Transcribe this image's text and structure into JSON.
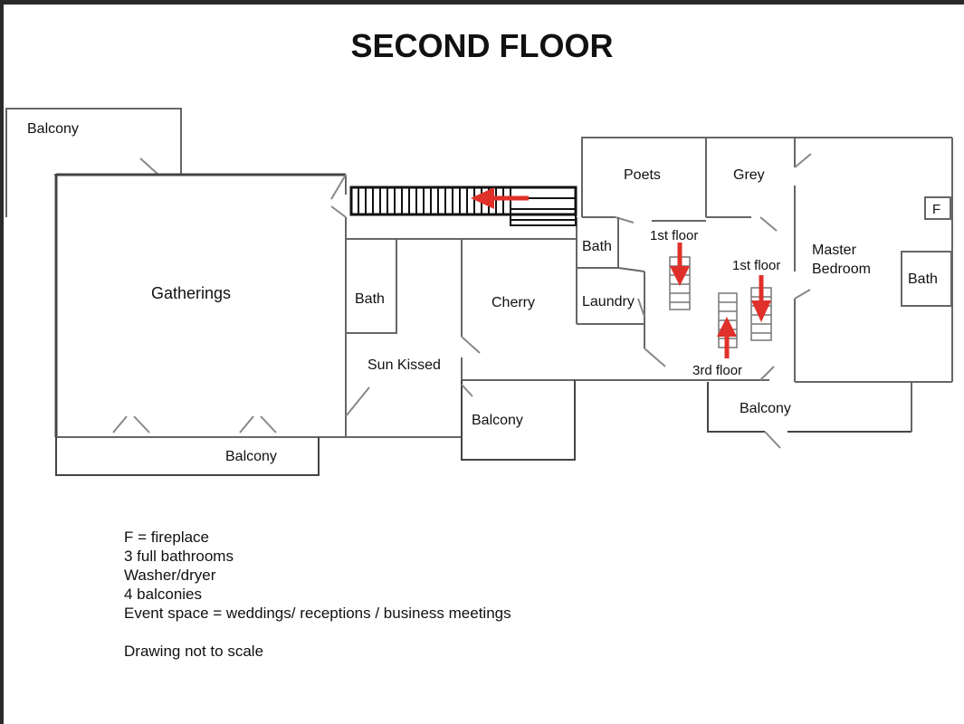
{
  "title": "SECOND FLOOR",
  "rooms": {
    "balcony_top_left": "Balcony",
    "gatherings": "Gatherings",
    "balcony_bottom_left": "Balcony",
    "bath_center": "Bath",
    "sun_kissed": "Sun Kissed",
    "cherry": "Cherry",
    "balcony_center": "Balcony",
    "poets": "Poets",
    "grey": "Grey",
    "bath_small": "Bath",
    "laundry": "Laundry",
    "master_line1": "Master",
    "master_line2": "Bedroom",
    "bath_master": "Bath",
    "fireplace": "F",
    "balcony_right": "Balcony"
  },
  "stairs": {
    "first_floor_a": "1st floor",
    "first_floor_b": "1st floor",
    "third_floor": "3rd floor"
  },
  "notes": [
    "F = fireplace",
    "3 full bathrooms",
    "Washer/dryer",
    "4 balconies",
    "Event space = weddings/ receptions / business meetings"
  ],
  "footnote": "Drawing not to scale",
  "colors": {
    "arrow": "#e0302a",
    "wall": "#555555"
  }
}
